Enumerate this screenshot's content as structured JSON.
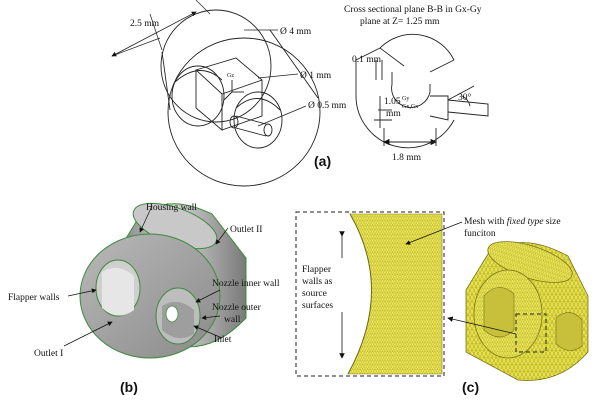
{
  "panel_a": {
    "label": "(a)",
    "dim_length": "2.5 mm",
    "dim_outer_dia": "Ø 4 mm",
    "dim_inner_dia": "Ø 1 mm",
    "dim_nozzle_dia": "Ø 0.5 mm",
    "section_title_line1": "Cross sectional plane B-B in Gx-Gy",
    "section_title_line2": "plane  at Z= 1.25 mm",
    "dim_gap": "0.1 mm",
    "dim_height": "1.05",
    "dim_height_unit": "mm",
    "dim_width": "1.8 mm",
    "angle": "30°",
    "axis_gy": "Gy",
    "axis_gx": "Gx,Gx",
    "axis_gz": "Gz"
  },
  "panel_b": {
    "label": "(b)",
    "housing_wall": "Housing wall",
    "outlet_2": "Outlet II",
    "nozzle_inner_wall": "Nozzle inner wall",
    "nozzle_outer_wall_1": "Nozzle outer",
    "nozzle_outer_wall_2": "wall",
    "flapper_walls": "Flapper walls",
    "inlet": "Inlet",
    "outlet_1": "Outlet I"
  },
  "panel_c": {
    "label": "(c)",
    "mesh_line1_pre": "Mesh with ",
    "mesh_line1_ital": "fixed type",
    "mesh_line1_post": " size",
    "mesh_line2": "funciton",
    "flapper_1": "Flapper",
    "flapper_2": "walls as",
    "flapper_3": "source",
    "flapper_4": "surfaces"
  },
  "colors": {
    "mesh_yellow": "#e8e24a",
    "mesh_line": "#9a9320",
    "housing_gray": "#9a9a9a",
    "edge_green": "#3d8a3d"
  }
}
